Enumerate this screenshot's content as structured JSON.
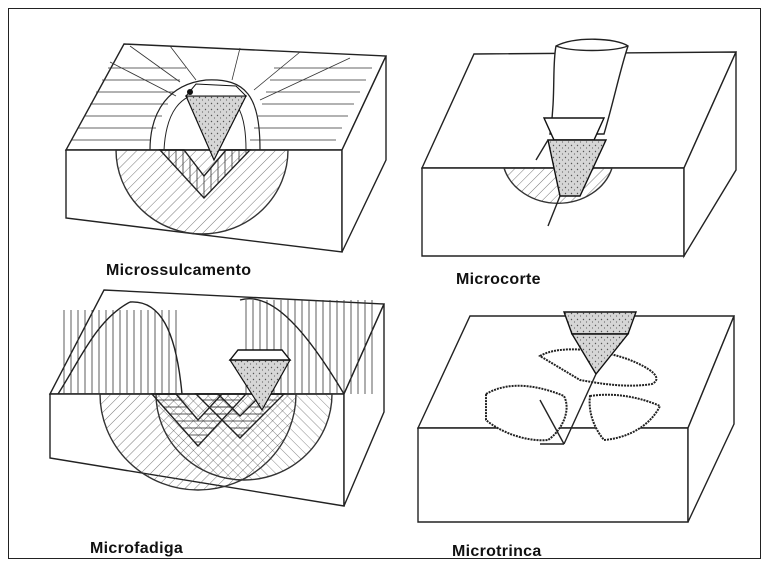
{
  "panels": [
    {
      "key": "tl",
      "label": "Microssulcamento"
    },
    {
      "key": "tr",
      "label": "Microcorte"
    },
    {
      "key": "bl",
      "label": "Microfadiga"
    },
    {
      "key": "br",
      "label": "Microtrinca"
    }
  ]
}
